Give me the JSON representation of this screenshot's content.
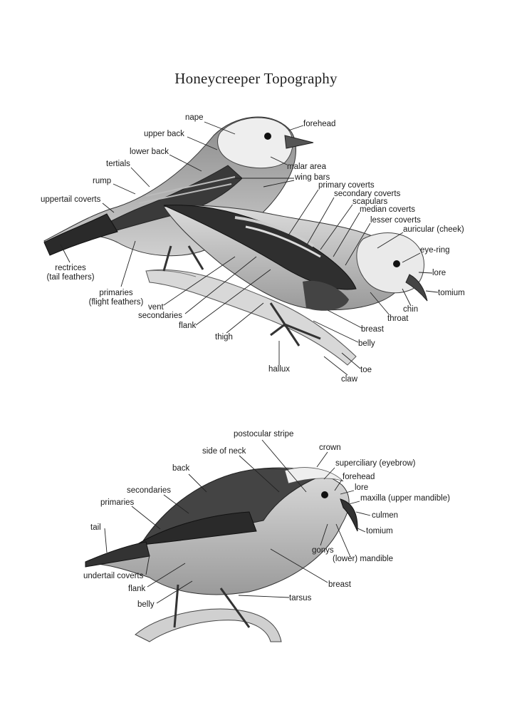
{
  "title": "Honeycreeper Topography",
  "top_labels": {
    "nape": "nape",
    "forehead": "forehead",
    "upper_back": "upper back",
    "lower_back": "lower back",
    "malar_area": "malar area",
    "tertials": "tertials",
    "wing_bars": "wing bars",
    "rump": "rump",
    "primary_coverts": "primary coverts",
    "secondary_coverts": "secondary coverts",
    "uppertail_coverts": "uppertail coverts",
    "scapulars": "scapulars",
    "median_coverts": "median coverts",
    "lesser_coverts": "lesser coverts",
    "auricular": "auricular (cheek)",
    "eye_ring": "eye-ring",
    "rectrices_1": "rectrices",
    "rectrices_2": "(tail feathers)",
    "lore": "lore",
    "tomium": "tomium",
    "primaries_1": "primaries",
    "primaries_2": "(flight feathers)",
    "vent": "vent",
    "chin": "chin",
    "secondaries": "secondaries",
    "throat": "throat",
    "flank": "flank",
    "breast": "breast",
    "thigh": "thigh",
    "belly": "belly",
    "hallux": "hallux",
    "toe": "toe",
    "claw": "claw"
  },
  "bottom_labels": {
    "postocular_stripe": "postocular stripe",
    "crown": "crown",
    "side_of_neck": "side of neck",
    "superciliary": "superciliary (eyebrow)",
    "back": "back",
    "forehead": "forehead",
    "lore": "lore",
    "secondaries": "secondaries",
    "maxilla": "maxilla (upper mandible)",
    "primaries": "primaries",
    "culmen": "culmen",
    "tail": "tail",
    "tomium": "tomium",
    "gonys": "gonys",
    "lower_mandible": "(lower) mandible",
    "undertail_coverts": "undertail coverts",
    "breast": "breast",
    "flank": "flank",
    "tarsus": "tarsus",
    "belly": "belly"
  }
}
